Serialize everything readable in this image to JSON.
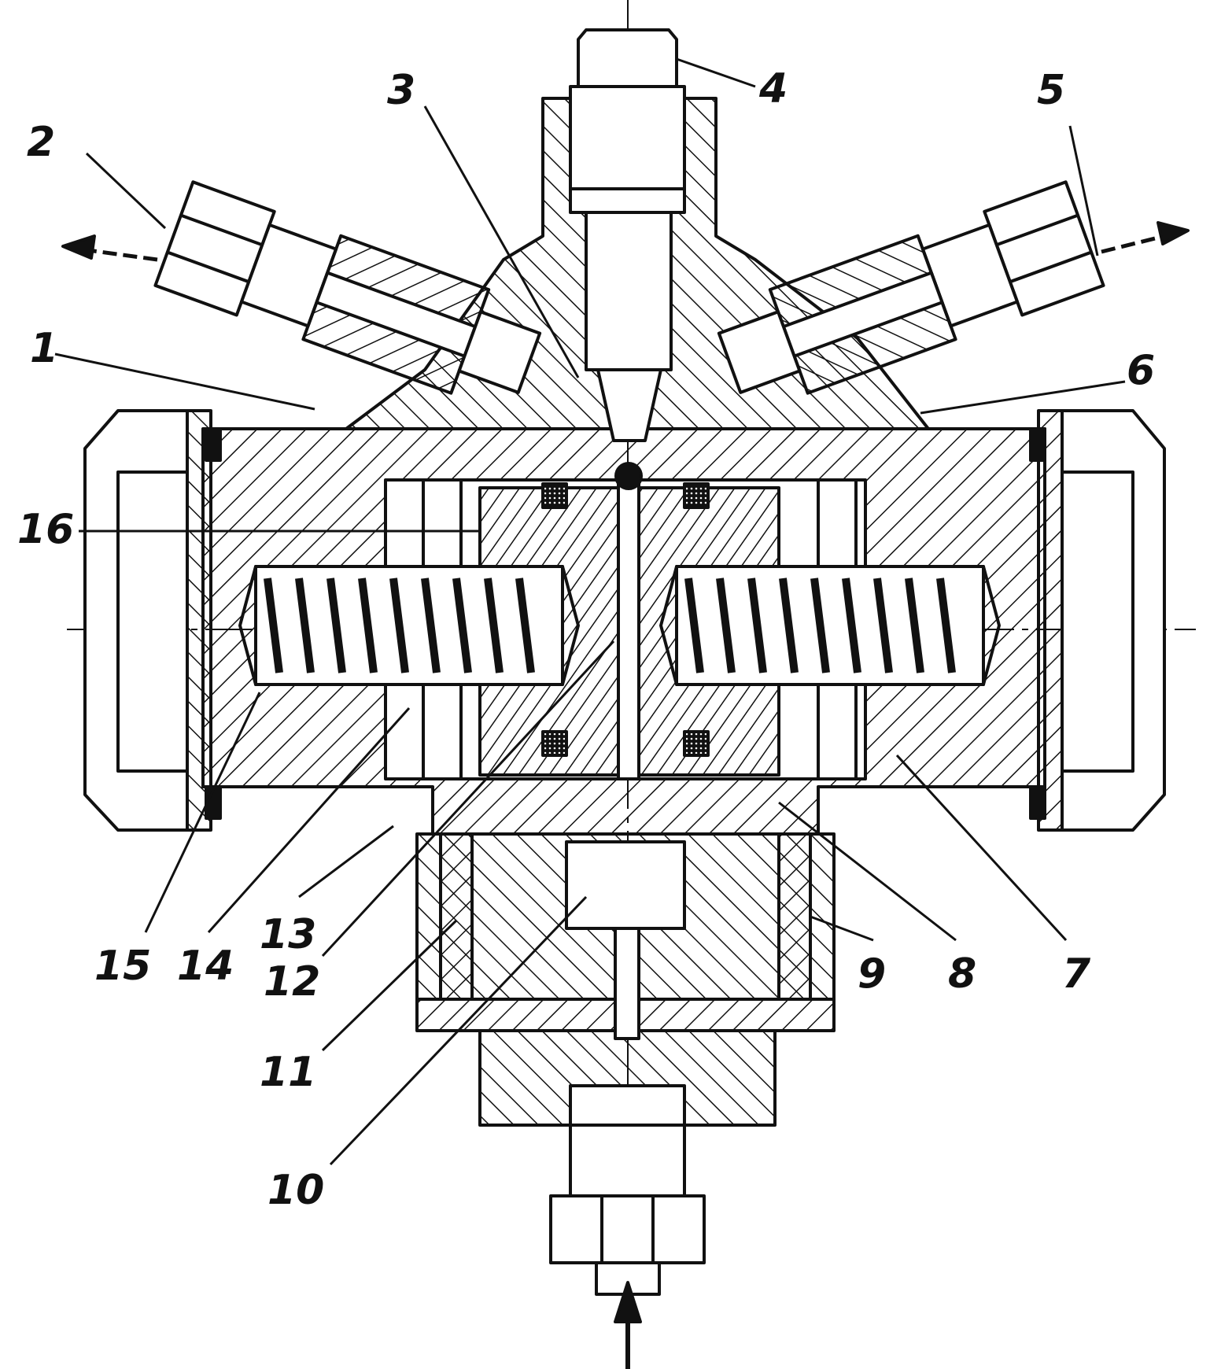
{
  "colors": {
    "ink": "#111111",
    "paper": "#ffffff"
  },
  "callouts": [
    {
      "id": "1",
      "text": "1"
    },
    {
      "id": "2",
      "text": "2"
    },
    {
      "id": "3",
      "text": "3"
    },
    {
      "id": "4",
      "text": "4"
    },
    {
      "id": "5",
      "text": "5"
    },
    {
      "id": "6",
      "text": "6"
    },
    {
      "id": "7",
      "text": "7"
    },
    {
      "id": "8",
      "text": "8"
    },
    {
      "id": "9",
      "text": "9"
    },
    {
      "id": "10",
      "text": "10"
    },
    {
      "id": "11",
      "text": "11"
    },
    {
      "id": "12",
      "text": "12"
    },
    {
      "id": "13",
      "text": "13"
    },
    {
      "id": "14",
      "text": "14"
    },
    {
      "id": "15",
      "text": "15"
    },
    {
      "id": "16",
      "text": "16"
    }
  ],
  "icons": {
    "outlet_left_arrow": "arrow-left-icon",
    "outlet_right_arrow": "arrow-right-icon",
    "inlet_arrow": "arrow-up-icon"
  }
}
